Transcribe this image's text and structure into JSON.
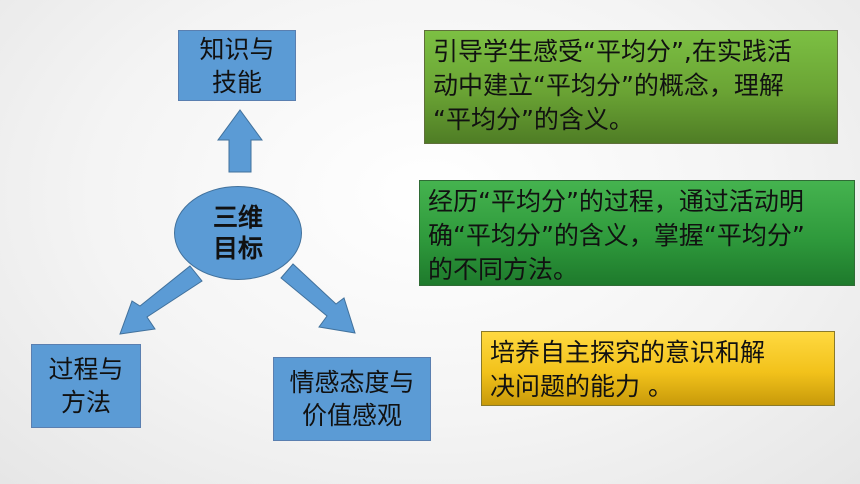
{
  "center": {
    "line1": "三维",
    "line2": "目标"
  },
  "knowledge": {
    "line1": "知识与",
    "line2": "技能"
  },
  "process": {
    "line1": "过程与",
    "line2": "方法"
  },
  "emotion": {
    "line1": "情感态度与",
    "line2": "价值感观"
  },
  "notes": {
    "knowledge": [
      "引导学生感受“平均分”,在实践活",
      "动中建立“平均分”的概念，理解",
      "“平均分”的含义。"
    ],
    "process": [
      "经历“平均分”的过程，通过活动明",
      "确“平均分”的含义，掌握“平均分”",
      "的不同方法。"
    ],
    "emotion": [
      "培养自主探究的意识和解",
      "决问题的能力 。"
    ]
  },
  "colors": {
    "node_blue": "#5b9bd5",
    "note_green_light": "#6aa334",
    "note_green_dark": "#2f9a3c",
    "note_yellow": "#f2c21b"
  }
}
